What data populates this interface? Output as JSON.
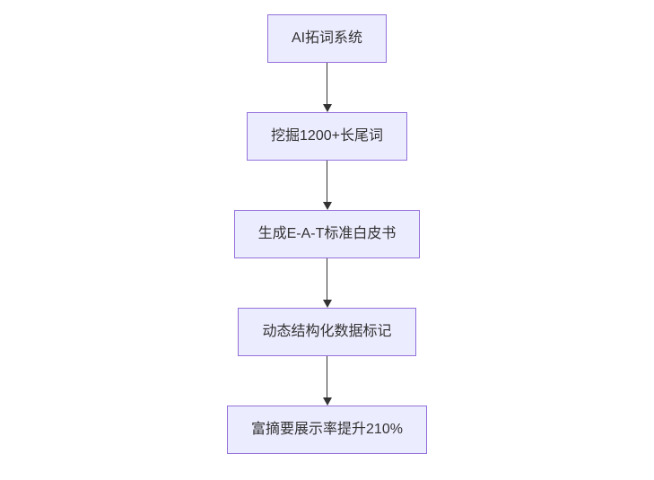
{
  "diagram": {
    "type": "flowchart",
    "direction": "top-down",
    "nodes": [
      {
        "id": "n1",
        "label": "AI拓词系统"
      },
      {
        "id": "n2",
        "label": "挖掘1200+长尾词"
      },
      {
        "id": "n3",
        "label": "生成E-A-T标准白皮书"
      },
      {
        "id": "n4",
        "label": "动态结构化数据标记"
      },
      {
        "id": "n5",
        "label": "富摘要展示率提升210%"
      }
    ],
    "edges": [
      {
        "from": "n1",
        "to": "n2"
      },
      {
        "from": "n2",
        "to": "n3"
      },
      {
        "from": "n3",
        "to": "n4"
      },
      {
        "from": "n4",
        "to": "n5"
      }
    ],
    "colors": {
      "node_fill": "#ECECFF",
      "node_border": "#9370DB",
      "text": "#333333",
      "arrow": "#333333",
      "background": "#FFFFFF"
    }
  }
}
